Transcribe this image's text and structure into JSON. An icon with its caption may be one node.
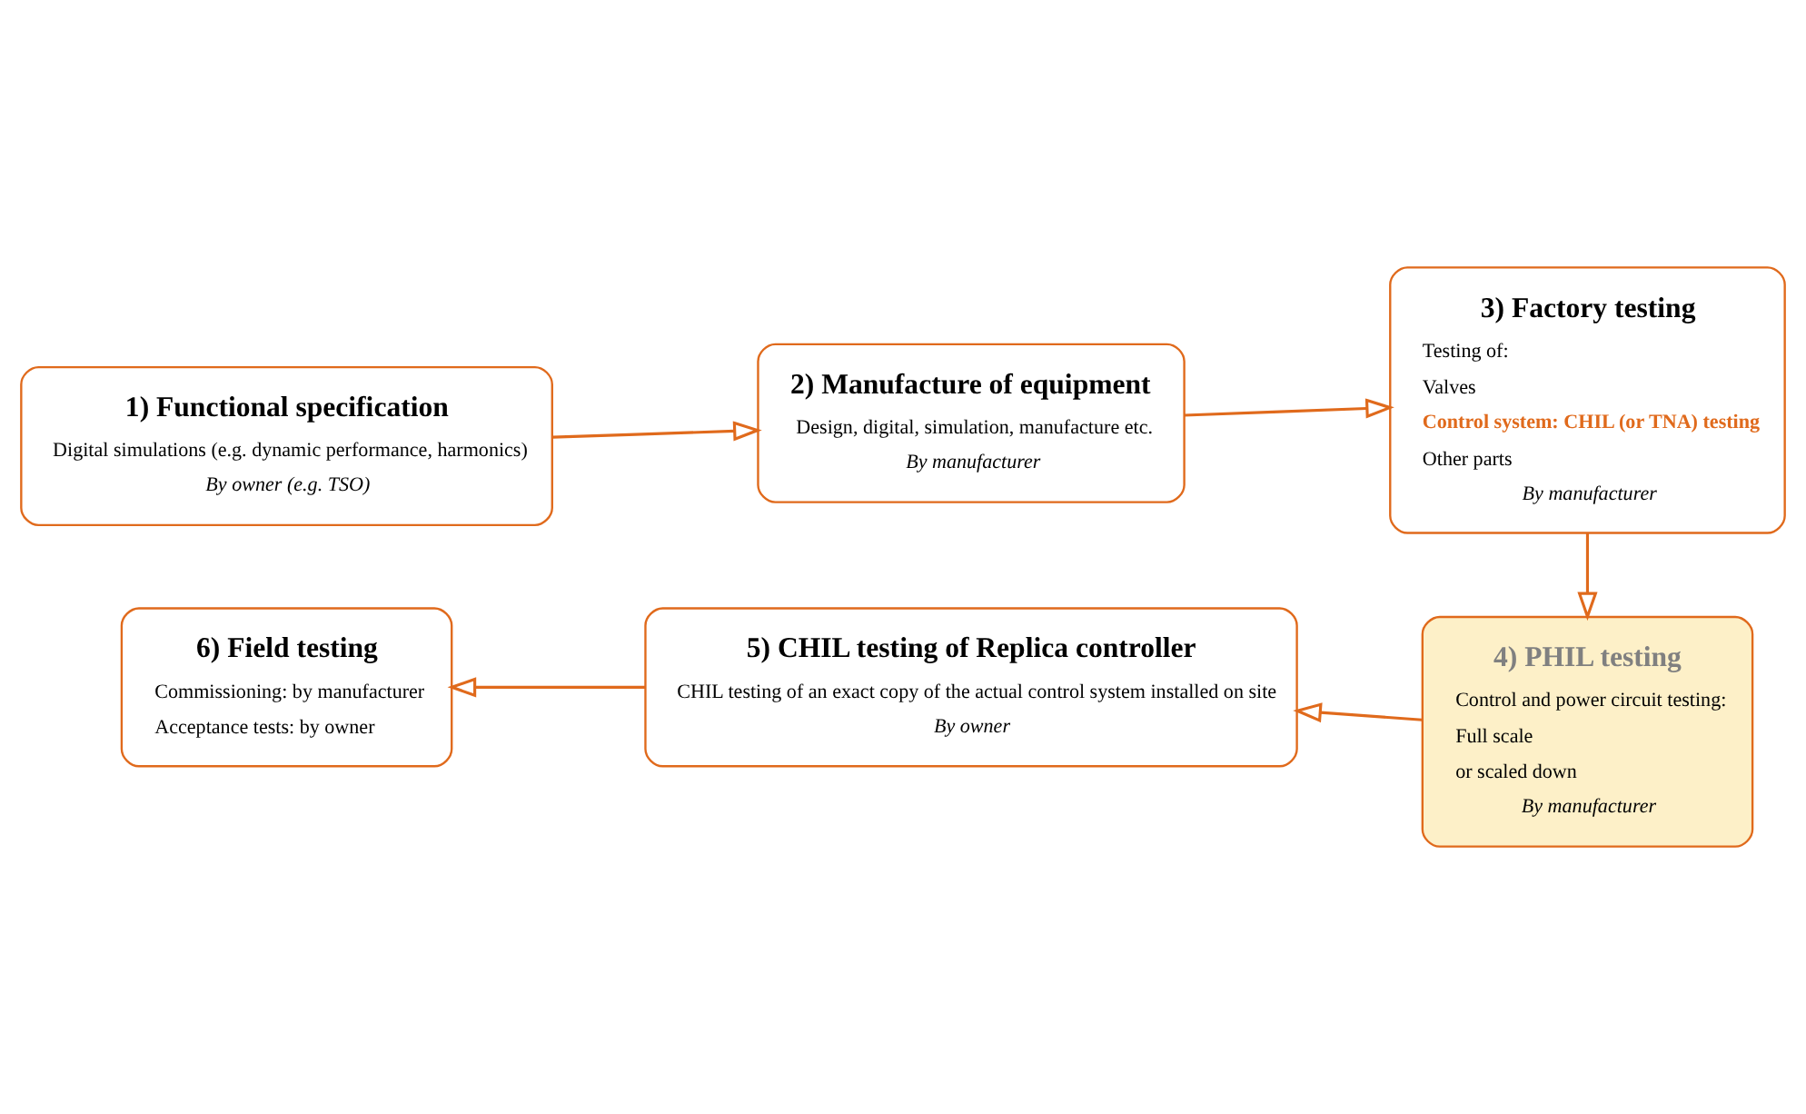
{
  "diagram": {
    "nodes": [
      {
        "text": [
          "1) Functional specification",
          "Digital simulations (e.g. dynamic performance, harmonics)",
          "By owner (e.g. TSO)"
        ]
      },
      {
        "text": [
          "2) Manufacture of equipment",
          "Design, digital, simulation, manufacture etc.",
          "By manufacturer"
        ]
      },
      {
        "text": [
          "3) Factory testing",
          "Testing of:",
          "Valves",
          "Control system: CHIL (or TNA) testing",
          "Other parts",
          "By manufacturer"
        ]
      },
      {
        "text": [
          "4) PHIL testing",
          "Control and power circuit testing:",
          "Full scale",
          "or scaled down",
          "By manufacturer"
        ]
      },
      {
        "text": [
          "5) CHIL testing of Replica controller",
          "CHIL testing of an exact copy of the actual control system installed on site",
          "By owner"
        ]
      },
      {
        "text": [
          "6) Field testing",
          "Commissioning: by manufacturer",
          "Acceptance tests: by owner"
        ]
      }
    ],
    "edges": [
      {
        "from": 0,
        "to": 1,
        "arrow": "to"
      },
      {
        "from": 1,
        "to": 2,
        "arrow": "to"
      },
      {
        "from": 2,
        "to": 3,
        "arrow": "to"
      },
      {
        "from": 3,
        "to": 4,
        "arrow": "to"
      },
      {
        "from": 4,
        "to": 5,
        "arrow": "to"
      }
    ]
  }
}
